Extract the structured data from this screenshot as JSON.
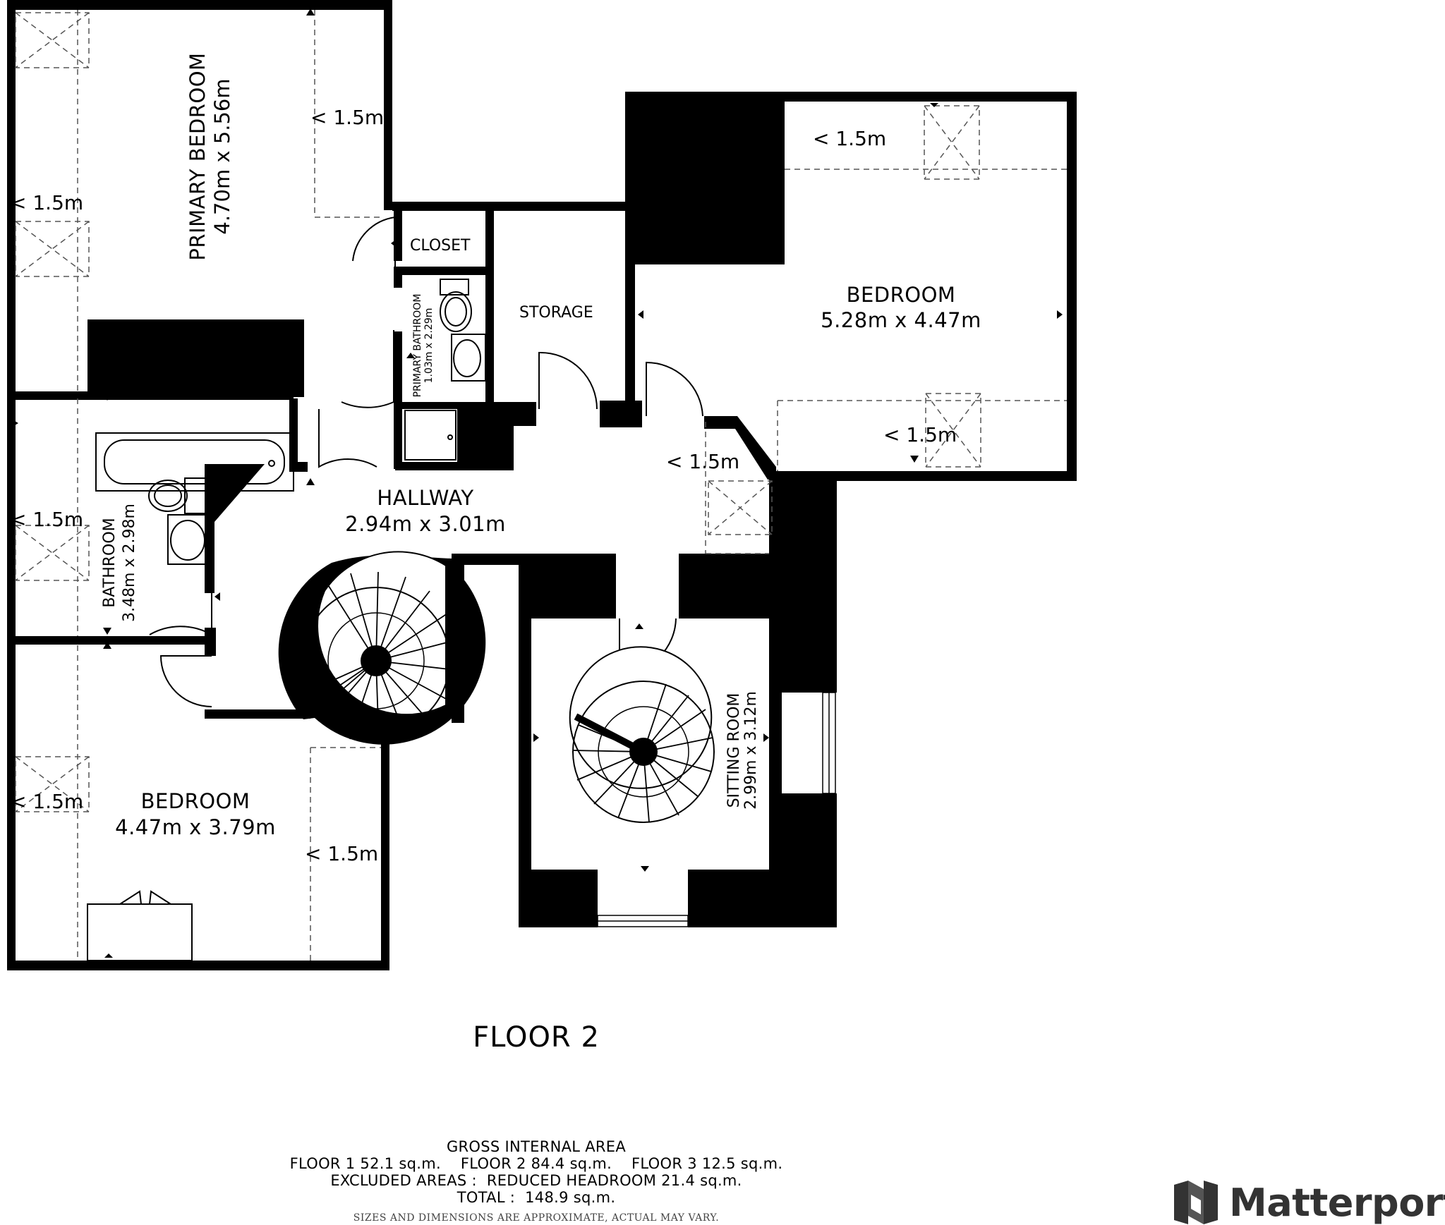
{
  "rooms": {
    "primary_bedroom": {
      "name": "PRIMARY BEDROOM",
      "dims": "4.70m x 5.56m"
    },
    "closet": {
      "name": "CLOSET"
    },
    "primary_bathroom": {
      "name": "PRIMARY BATHROOM",
      "dims": "1.03m x 2.29m"
    },
    "storage": {
      "name": "STORAGE"
    },
    "bedroom_east": {
      "name": "BEDROOM",
      "dims": "5.28m x 4.47m"
    },
    "hallway": {
      "name": "HALLWAY",
      "dims": "2.94m x 3.01m"
    },
    "bathroom": {
      "name": "BATHROOM",
      "dims": "3.48m x 2.98m"
    },
    "bedroom_south": {
      "name": "BEDROOM",
      "dims": "4.47m x 3.79m"
    },
    "sitting_room": {
      "name": "SITTING ROOM",
      "dims": "2.99m x 3.12m"
    }
  },
  "headroom_label": "< 1.5m",
  "floor_label": "FLOOR 2",
  "area_summary": {
    "title": "GROSS INTERNAL AREA",
    "floors_line": "FLOOR 1 52.1 sq.m.    FLOOR 2 84.4 sq.m.    FLOOR 3 12.5 sq.m.",
    "excluded_line": "EXCLUDED AREAS :  REDUCED HEADROOM 21.4 sq.m.",
    "total_line": "TOTAL :  148.9 sq.m.",
    "disclaimer": "SIZES AND DIMENSIONS ARE APPROXIMATE, ACTUAL MAY VARY."
  },
  "brand": {
    "name": "Matterport",
    "icon": "matterport-logo-icon"
  }
}
